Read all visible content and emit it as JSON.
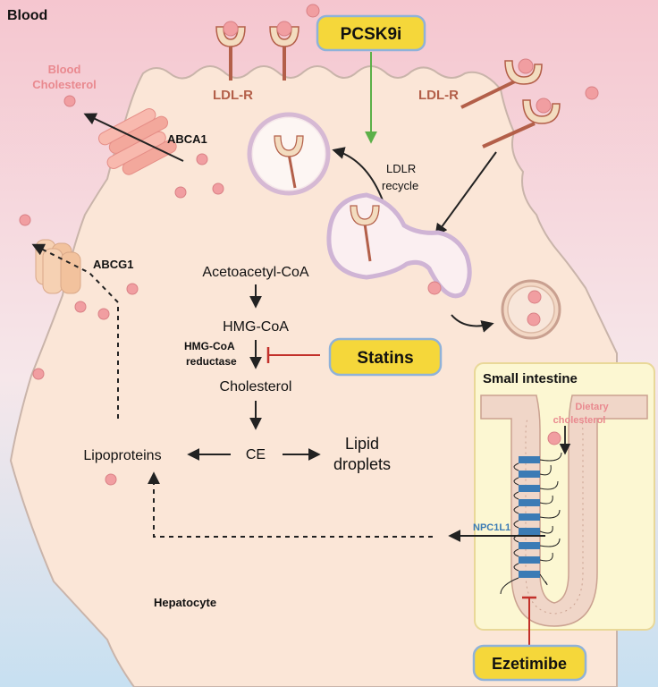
{
  "labels": {
    "blood": "Blood",
    "blood_cholesterol_line1": "Blood",
    "blood_cholesterol_line2": "Cholesterol",
    "pcsk9i": "PCSK9i",
    "ldlr_left": "LDL-R",
    "ldlr_right": "LDL-R",
    "abca1": "ABCA1",
    "abcg1": "ABCG1",
    "ldlr_recycle_line1": "LDLR",
    "ldlr_recycle_line2": "recycle",
    "acetoacetyl_coa": "Acetoacetyl-CoA",
    "hmg_coa": "HMG-CoA",
    "hmg_coa_reductase_line1": "HMG-CoA",
    "hmg_coa_reductase_line2": "reductase",
    "statins": "Statins",
    "cholesterol": "Cholesterol",
    "ce": "CE",
    "lipid_droplets_line1": "Lipid",
    "lipid_droplets_line2": "droplets",
    "lipoproteins": "Lipoproteins",
    "small_intestine": "Small intestine",
    "dietary_cholesterol_line1": "Dietary",
    "dietary_cholesterol_line2": "cholesterol",
    "npc1l1": "NPC1L1",
    "hepatocyte": "Hepatocyte",
    "ezetimibe": "Ezetimibe"
  },
  "colors": {
    "blood_top": "#f5c6cf",
    "blood_bottom": "#c7e0f1",
    "cell_fill": "#fbe6d7",
    "cell_stroke": "#c9b4aa",
    "particle": "#f19ea1",
    "receptor": "#b35f49",
    "cup_fill": "#f3dcbf",
    "vesicle_stroke": "#c9a9c9",
    "drug_box": "#f5d73a",
    "drug_border": "#8fb2d9",
    "inhibit": "#c2302a",
    "activate": "#5cb048",
    "intestine_fill": "#fcf7d2",
    "intestine_border": "#e9d898",
    "npc1l1": "#3b7bb5",
    "muted_pink_text": "#e9898f"
  }
}
